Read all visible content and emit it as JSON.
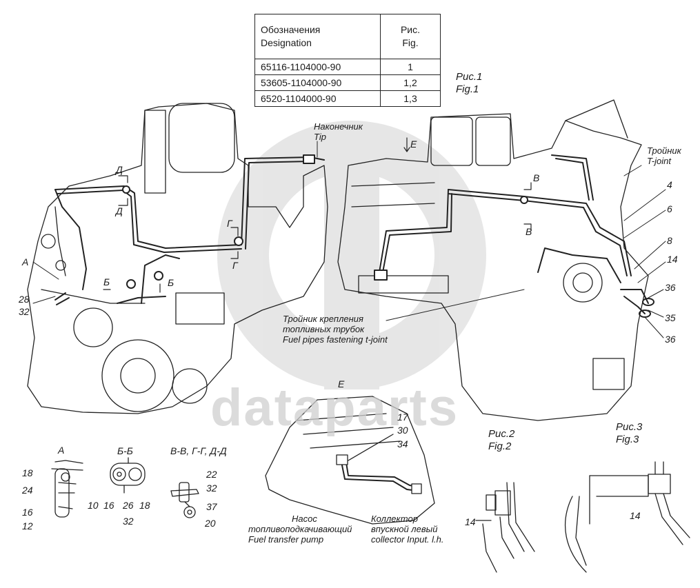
{
  "table": {
    "header_designation": "Обозначения",
    "header_designation_en": "Designation",
    "header_fig": "Рис.",
    "header_fig_en": "Fig.",
    "rows": [
      {
        "designation": "65116-1104000-90",
        "fig": "1"
      },
      {
        "designation": "53605-1104000-90",
        "fig": "1,2"
      },
      {
        "designation": "6520-1104000-90",
        "fig": "1,3"
      }
    ]
  },
  "figures": {
    "fig1_ru": "Рис.1",
    "fig1_en": "Fig.1",
    "fig2_ru": "Рис.2",
    "fig2_en": "Fig.2",
    "fig3_ru": "Рис.3",
    "fig3_en": "Fig.3"
  },
  "callouts": {
    "tip_ru": "Наконечник",
    "tip_en": "Tip",
    "tee_ru": "Тройник",
    "tee_en": "T-joint",
    "fasten_ru_1": "Тройник крепления",
    "fasten_ru_2": "топливных трубок",
    "fasten_en": "Fuel pipes fastening t-joint",
    "pump_ru_1": "Насос",
    "pump_ru_2": "топливоподкачивающий",
    "pump_en": "Fuel transfer pump",
    "collector_ru_1": "Коллектор",
    "collector_ru_2": "впускной левый",
    "collector_en": "collector Input. l.h."
  },
  "section_marks": {
    "d1": "Д",
    "d2": "Д",
    "a": "А",
    "b1": "Б",
    "b2": "Б",
    "g1": "Г",
    "g2": "Г",
    "e": "Е",
    "v1": "В",
    "v2": "В"
  },
  "details": {
    "a_title": "А",
    "bb_title": "Б-Б",
    "vv_title": "В-В, Г-Г, Д-Д",
    "e_title": "Е"
  },
  "part_numbers": {
    "p4": "4",
    "p6": "6",
    "p8": "8",
    "p14": "14",
    "p36a": "36",
    "p35": "35",
    "p36b": "36",
    "p28": "28",
    "p32": "32",
    "a18": "18",
    "a24": "24",
    "a16": "16",
    "a12": "12",
    "b10": "10",
    "b16": "16",
    "b26": "26",
    "b18": "18",
    "b32": "32",
    "v22": "22",
    "v32": "32",
    "v37": "37",
    "v20": "20",
    "e17": "17",
    "e30": "30",
    "e34": "34",
    "f2_14": "14",
    "f3_14": "14"
  },
  "watermark": {
    "text": "dataparts",
    "color": "#cfcfcf"
  }
}
